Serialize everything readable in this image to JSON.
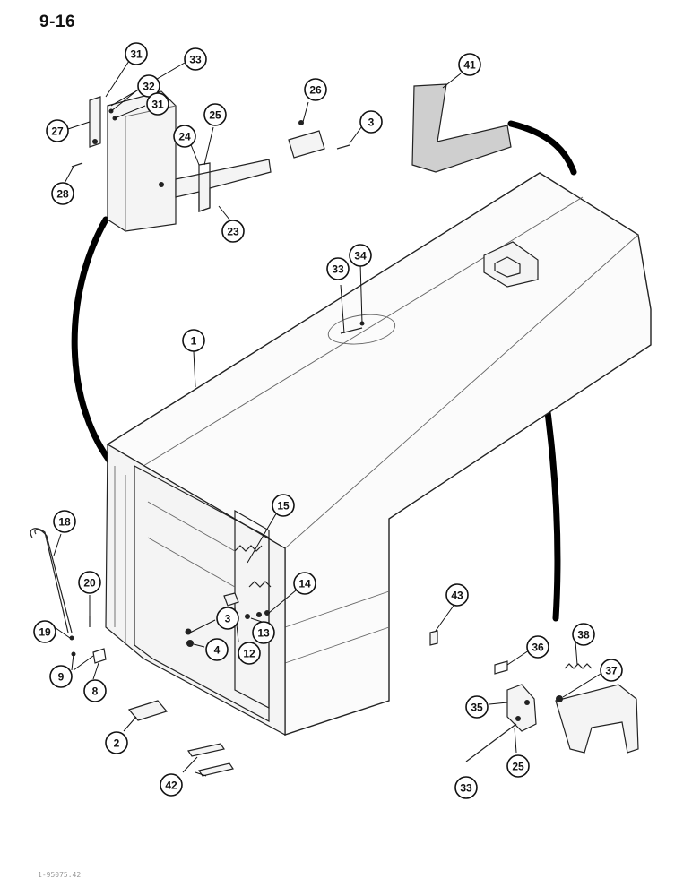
{
  "page": {
    "number": "9-16",
    "footer_code": "1-95075.42"
  },
  "callouts": [
    {
      "id": "c31a",
      "label": "31"
    },
    {
      "id": "c33a",
      "label": "33"
    },
    {
      "id": "c32",
      "label": "32"
    },
    {
      "id": "c31b",
      "label": "31"
    },
    {
      "id": "c27",
      "label": "27"
    },
    {
      "id": "c28",
      "label": "28"
    },
    {
      "id": "c24",
      "label": "24"
    },
    {
      "id": "c25a",
      "label": "25"
    },
    {
      "id": "c23",
      "label": "23"
    },
    {
      "id": "c26",
      "label": "26"
    },
    {
      "id": "c3a",
      "label": "3"
    },
    {
      "id": "c41",
      "label": "41"
    },
    {
      "id": "c33b",
      "label": "33"
    },
    {
      "id": "c34",
      "label": "34"
    },
    {
      "id": "c1",
      "label": "1"
    },
    {
      "id": "c15",
      "label": "15"
    },
    {
      "id": "c18",
      "label": "18"
    },
    {
      "id": "c20",
      "label": "20"
    },
    {
      "id": "c19",
      "label": "19"
    },
    {
      "id": "c9",
      "label": "9"
    },
    {
      "id": "c8",
      "label": "8"
    },
    {
      "id": "c14",
      "label": "14"
    },
    {
      "id": "c3b",
      "label": "3"
    },
    {
      "id": "c4",
      "label": "4"
    },
    {
      "id": "c12",
      "label": "12"
    },
    {
      "id": "c13",
      "label": "13"
    },
    {
      "id": "c2",
      "label": "2"
    },
    {
      "id": "c42",
      "label": "42"
    },
    {
      "id": "c43",
      "label": "43"
    },
    {
      "id": "c36",
      "label": "36"
    },
    {
      "id": "c38",
      "label": "38"
    },
    {
      "id": "c37",
      "label": "37"
    },
    {
      "id": "c35",
      "label": "35"
    },
    {
      "id": "c25b",
      "label": "25"
    },
    {
      "id": "c33c",
      "label": "33"
    }
  ]
}
